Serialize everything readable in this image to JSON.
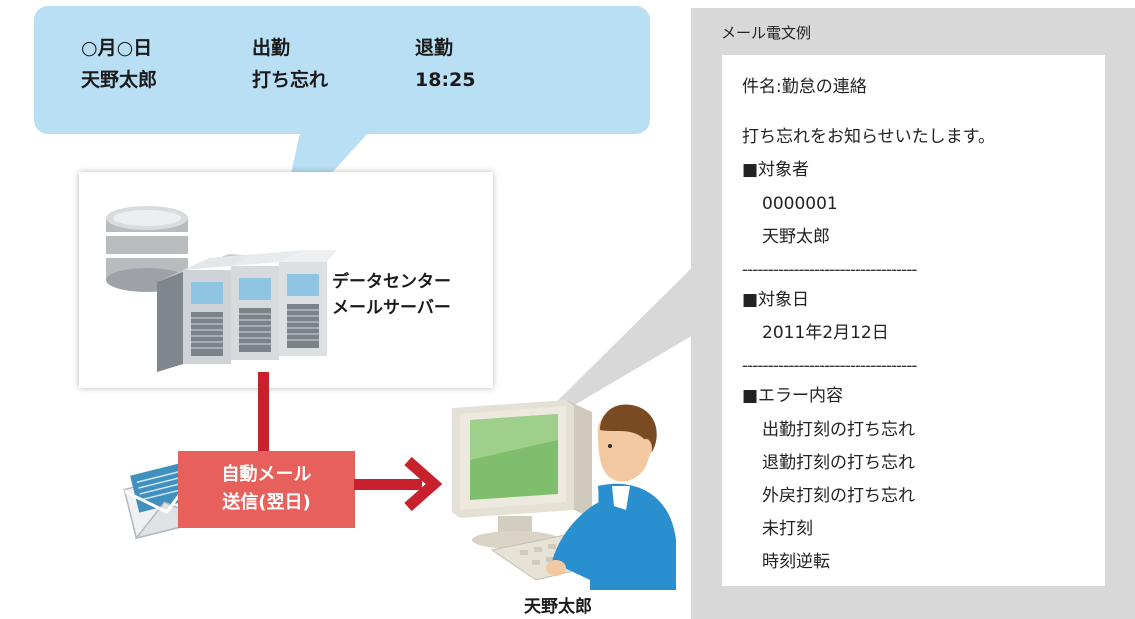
{
  "bubble": {
    "row1": {
      "date": "○月○日",
      "in_label": "出勤",
      "out_label": "退勤"
    },
    "row2": {
      "name": "天野太郎",
      "in_value": "打ち忘れ",
      "out_value": "18:25"
    }
  },
  "server": {
    "label_line1": "データセンター",
    "label_line2": "メールサーバー"
  },
  "send": {
    "line1": "自動メール",
    "line2": "送信(翌日)"
  },
  "user": {
    "name": "天野太郎"
  },
  "mail": {
    "title": "メール電文例",
    "subject": "件名:勤怠の連絡",
    "intro": "打ち忘れをお知らせいたします。",
    "target_person_heading": "■対象者",
    "target_person_id": "0000001",
    "target_person_name": "天野太郎",
    "separator": "----------------------------------",
    "target_date_heading": "■対象日",
    "target_date": "2011年2月12日",
    "error_heading": "■エラー内容",
    "errors": [
      "出勤打刻の打ち忘れ",
      "退勤打刻の打ち忘れ",
      "外戻打刻の打ち忘れ",
      "未打刻",
      "時刻逆転"
    ]
  },
  "colors": {
    "bubble": "#b9dff4",
    "accent_red": "#c8202d",
    "send_box": "#e8605c",
    "mail_panel": "#d8d8d8"
  }
}
